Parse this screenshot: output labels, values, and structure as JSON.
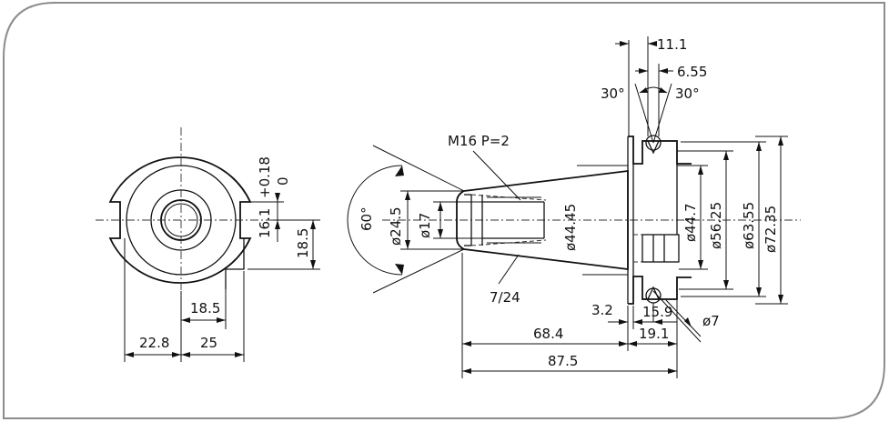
{
  "colors": {
    "border": "#8c8c8c",
    "line": "#111111",
    "background": "#ffffff"
  },
  "front_view": {
    "d_16_1": "16.1",
    "tol_upper": "+0.18",
    "tol_lower": "0",
    "d_18_5_v": "18.5",
    "d_18_5_h": "18.5",
    "d_22_8": "22.8",
    "d_25": "25"
  },
  "side_view": {
    "thread": "M16 P=2",
    "angle_60": "60°",
    "dia_24_5": "ø24.5",
    "dia_17": "ø17",
    "dia_44_45": "ø44.45",
    "taper": "7/24",
    "d_11_1": "11.1",
    "d_6_55": "6.55",
    "ang_30_left": "30°",
    "ang_30_right": "30°",
    "dia_44_7": "ø44.7",
    "dia_56_25": "ø56.25",
    "dia_63_55": "ø63.55",
    "dia_72_35": "ø72.35",
    "d_3_2": "3.2",
    "d_15_9": "15.9",
    "dia_7": "ø7",
    "d_19_1": "19.1",
    "d_68_4": "68.4",
    "d_87_5": "87.5"
  }
}
